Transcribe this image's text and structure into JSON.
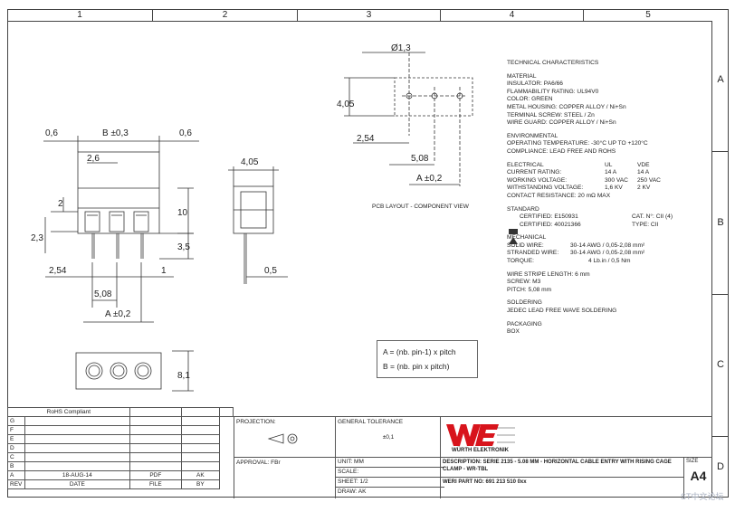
{
  "columns": [
    "1",
    "2",
    "3",
    "4",
    "5"
  ],
  "rows": [
    "A",
    "B",
    "C",
    "D"
  ],
  "technical": {
    "heading": "TECHNICAL CHARACTERISTICS",
    "material_title": "MATERIAL",
    "material": [
      "INSULATOR: PA6/66",
      "FLAMMABILITY RATING: UL94V0",
      "COLOR: GREEN",
      "METAL HOUSING: COPPER ALLOY / Ni+Sn",
      "TERMINAL SCREW: STEEL / Zn",
      "WIRE GUARD: COPPER ALLOY / Ni+Sn"
    ],
    "environment_title": "ENVIRONMENTAL",
    "environment": [
      "OPERATING TEMPERATURE: -30°C UP TO +120°C",
      "COMPLIANCE: LEAD FREE AND ROHS"
    ],
    "electrical_title": "ELECTRICAL",
    "electrical_head": [
      "",
      "UL",
      "VDE"
    ],
    "electrical": [
      [
        "CURRENT RATING:",
        "14 A",
        "14 A"
      ],
      [
        "WORKING VOLTAGE:",
        "300 VAC",
        "250 VAC"
      ],
      [
        "WITHSTANDING VOLTAGE:",
        "1,6 KV",
        "2 KV"
      ]
    ],
    "contact": "CONTACT RESISTANCE: 20 mΩ MAX",
    "standard_title": "STANDARD",
    "standard": [
      [
        "CERTIFIED: E150931",
        "CAT. N°: CII (4)"
      ],
      [
        "CERTIFIED: 40021366",
        "TYPE: CII"
      ]
    ],
    "mechanical_title": "MECHANICAL",
    "mechanical": [
      [
        "SOLID WIRE:",
        "30-14 AWG / 0,05-2,08 mm²"
      ],
      [
        "STRANDED WIRE:",
        "30-14 AWG / 0,05-2,08 mm²"
      ],
      [
        "TORQUE:",
        "4 Lb.in / 0,5 Nm"
      ]
    ],
    "wire": [
      "WIRE STRIPE LENGTH: 6 mm",
      "SCREW: M3",
      "PITCH: 5,08 mm"
    ],
    "soldering_title": "SOLDERING",
    "soldering": "JEDEC LEAD FREE WAVE SOLDERING",
    "packaging_title": "PACKAGING",
    "packaging": "BOX"
  },
  "pcb_caption": "PCB LAYOUT - COMPONENT VIEW",
  "notes": [
    "A = (nb. pin-1) x pitch",
    "B = (nb. pin x pitch)"
  ],
  "dims": {
    "d06a": "0,6",
    "b03": "B ±0,3",
    "d06b": "0,6",
    "d26": "2,6",
    "d2": "2",
    "d23": "2,3",
    "d10": "10",
    "d35": "3,5",
    "d254a": "2,54",
    "d1": "1",
    "d508a": "5,08",
    "a02a": "A ±0,2",
    "d405a": "4,05",
    "d05": "0,5",
    "d81": "8,1",
    "dia13": "Ø1,3",
    "d405b": "4,05",
    "d254b": "2,54",
    "d508b": "5,08",
    "a02b": "A ±0,2"
  },
  "titleblock": {
    "rohs": "RoHS Compliant",
    "rev_letters": [
      "G",
      "F",
      "E",
      "D",
      "C",
      "B",
      "A"
    ],
    "rev_a": [
      "18-AUG-14",
      "PDF",
      "AK"
    ],
    "headers": [
      "REV",
      "DATE",
      "FILE",
      "BY"
    ],
    "projection": "PROJECTION:",
    "tolerance_title": "GENERAL TOLERANCE",
    "tolerance": "±0,1",
    "approval": "APPROVAL: FBr",
    "unit": "UNIT: MM",
    "scale": "SCALE:",
    "sheet": "SHEET: 1/2",
    "draw": "DRAW: AK",
    "company": "WÜRTH ELEKTRONIK",
    "description": "DESCRIPTION:  SERIE 2135 - 5.08 MM - HORIZONTAL CABLE ENTRY WITH RISING CAGE CLAMP - WR-TBL",
    "part": "WERI PART NO: 691 213 510 0xx",
    "size_label": "SIZE",
    "size": "A4"
  },
  "watermark": "ST中文论坛",
  "colors": {
    "logo_red": "#d8141c",
    "line": "#333333"
  }
}
